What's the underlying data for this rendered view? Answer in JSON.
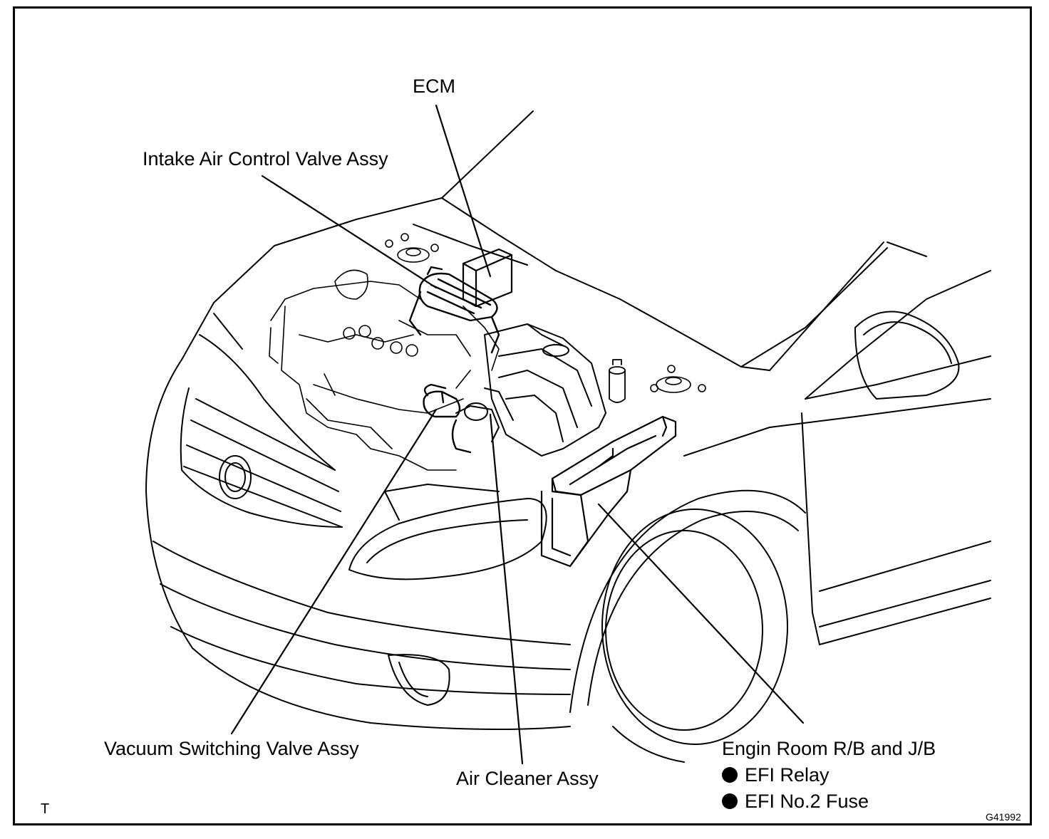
{
  "labels": {
    "ecm": "ECM",
    "intake_air_control_valve": "Intake Air Control Valve Assy",
    "vacuum_switching_valve": "Vacuum Switching Valve Assy",
    "air_cleaner": "Air Cleaner Assy",
    "engine_room_rb_jb": {
      "title": "Engin Room R/B and J/B",
      "items": [
        "EFI Relay",
        "EFI No.2 Fuse"
      ]
    }
  },
  "corner_mark": "T",
  "figure_code": "G41992",
  "colors": {
    "ink": "#000000",
    "paper": "#ffffff"
  }
}
